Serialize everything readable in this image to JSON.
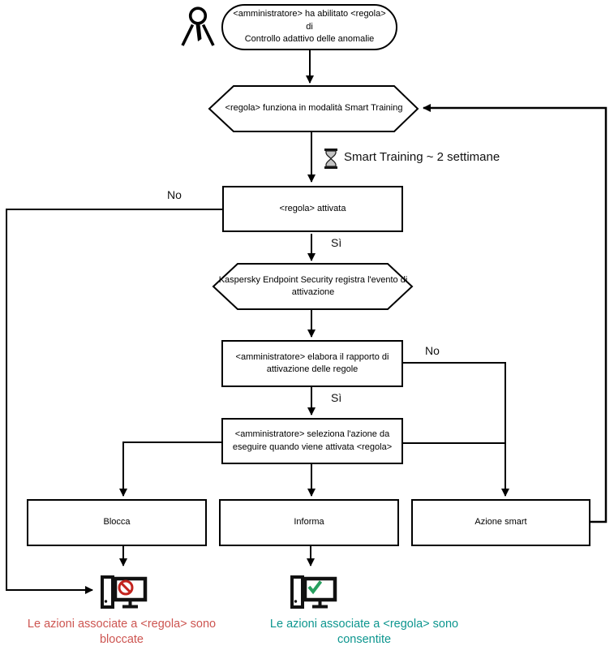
{
  "diagram": {
    "start": {
      "line1": "<amministratore> ha abilitato <regola> di",
      "line2": "Controllo adattivo delle anomalie"
    },
    "nodes": {
      "smart_training_mode": "<regola> funziona in modalità Smart Training",
      "training_duration": "Smart Training ~ 2 settimane",
      "rule_triggered": "<regola> attivata",
      "event_logged_line1": "Kaspersky Endpoint Security registra l'evento di",
      "event_logged_line2": "attivazione",
      "admin_report_line1": "<amministratore> elabora il rapporto di",
      "admin_report_line2": "attivazione delle regole",
      "admin_action_line1": "<amministratore> seleziona l'azione da",
      "admin_action_line2": "eseguire quando viene attivata <regola>",
      "action_block": "Blocca",
      "action_inform": "Informa",
      "action_smart": "Azione smart"
    },
    "labels": {
      "no_rule_triggered": "No",
      "yes_rule_triggered": "Sì",
      "no_admin_report": "No",
      "yes_admin_report": "Sì"
    },
    "outcomes": {
      "blocked_line1": "Le azioni associate a <regola> sono",
      "blocked_line2": "bloccate",
      "allowed_line1": "Le azioni associate a <regola> sono",
      "allowed_line2": "consentite"
    },
    "colors": {
      "line": "#000000",
      "deny_sign": "#c3241f",
      "allow_check": "#27a05f",
      "blocked_text": "#cd5551",
      "allowed_text": "#0d968f"
    }
  }
}
